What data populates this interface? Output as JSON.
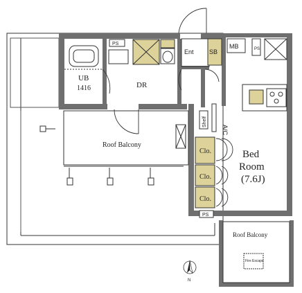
{
  "rooms": {
    "ub": "UB",
    "ub_size": "1416",
    "dr": "DR",
    "ent": "Ent",
    "sb": "SB",
    "mb": "MB",
    "ps_top": "PS",
    "ps_side": "PS",
    "ps_bottom": "PS",
    "roof_balcony_main": "Roof Balcony",
    "bed_room": "Bed",
    "bed_room_2": "Room",
    "bed_room_size": "(7.6J)",
    "shelf": "Shelf",
    "ac": "A/C",
    "cl_1": "Clo.",
    "cl_2": "Clo.",
    "cl_3": "Clo.",
    "roof_balcony_small": "Roof Balcony",
    "fire_escape": "Fire Escape",
    "north": "N"
  },
  "colors": {
    "wall": "#6f6f6f",
    "line": "#333333",
    "fixture": "#dcd29a"
  }
}
